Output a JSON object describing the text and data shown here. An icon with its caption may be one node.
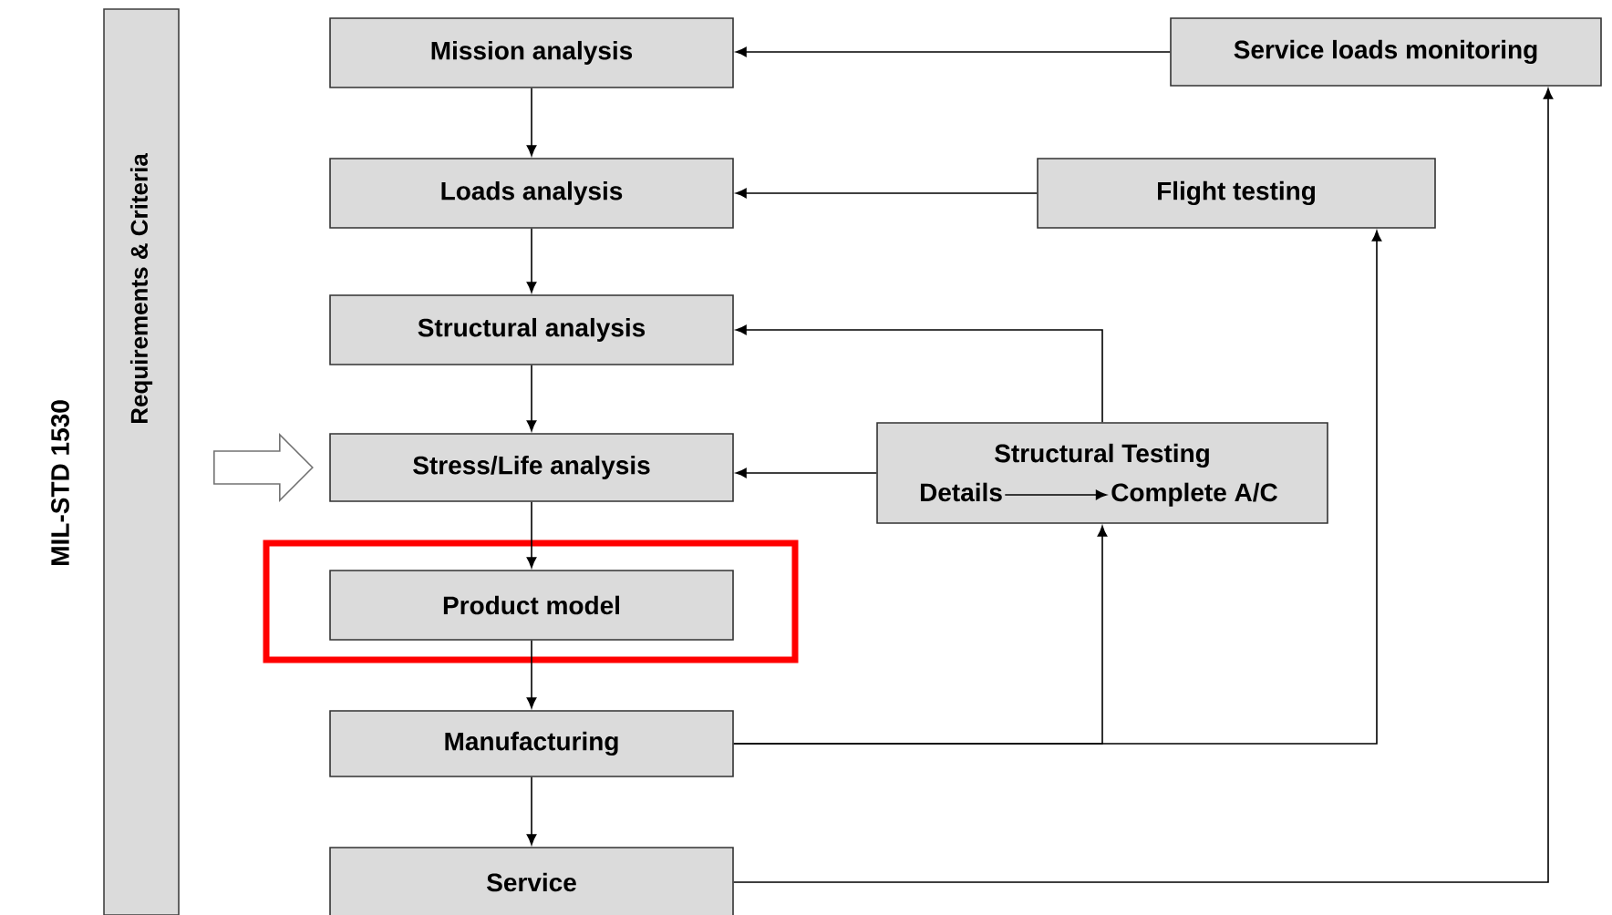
{
  "diagram": {
    "nodes": [
      {
        "text": [
          "Requirements & Criteria"
        ]
      },
      {
        "text": [
          "Mission analysis"
        ]
      },
      {
        "text": [
          "Loads analysis"
        ]
      },
      {
        "text": [
          "Structural analysis"
        ]
      },
      {
        "text": [
          "Stress/Life analysis"
        ]
      },
      {
        "text": [],
        "shape": "box"
      },
      {
        "text": [
          "Product model"
        ],
        "in": 5
      },
      {
        "text": [
          "Manufacturing"
        ]
      },
      {
        "text": [
          "Service"
        ]
      },
      {
        "text": [
          "Service loads monitoring"
        ]
      },
      {
        "text": [
          "Flight testing"
        ]
      },
      {
        "text": [
          "Structural Testing"
        ]
      },
      {
        "text": [
          "Details"
        ],
        "in": 11
      },
      {
        "text": [
          "Complete A/C"
        ],
        "in": 11
      }
    ],
    "edges": [
      {
        "from": 1,
        "to": 2,
        "arrow": "to"
      },
      {
        "from": 2,
        "to": 3,
        "arrow": "to"
      },
      {
        "from": 3,
        "to": 4,
        "arrow": "to"
      },
      {
        "from": 4,
        "to": 6,
        "arrow": "to"
      },
      {
        "from": 6,
        "to": 7,
        "arrow": "to"
      },
      {
        "from": 7,
        "to": 8,
        "arrow": "to"
      },
      {
        "from": 9,
        "to": 1,
        "arrow": "to"
      },
      {
        "from": 10,
        "to": 2,
        "arrow": "to"
      },
      {
        "from": 11,
        "to": 3,
        "arrow": "to"
      },
      {
        "from": 11,
        "to": 4,
        "arrow": "to"
      },
      {
        "from": 7,
        "to": 11,
        "arrow": "to"
      },
      {
        "from": 7,
        "to": 10,
        "arrow": "to"
      },
      {
        "from": 8,
        "to": 9,
        "arrow": "to"
      },
      {
        "from": 12,
        "to": 13,
        "arrow": "to"
      },
      {
        "from": 0,
        "to": 4,
        "arrow": "to"
      }
    ],
    "labels": [
      "MIL-STD 1530"
    ]
  }
}
